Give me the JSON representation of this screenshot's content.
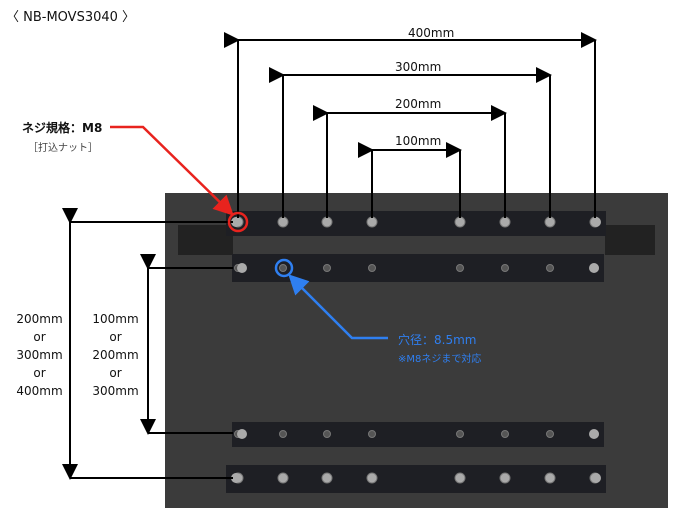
{
  "title": "〈 NB-MOVS3040 〉",
  "dims_horizontal": [
    "400mm",
    "300mm",
    "200mm",
    "100mm"
  ],
  "dim_left_outer": [
    "200mm",
    "or",
    "300mm",
    "or",
    "400mm"
  ],
  "dim_left_inner": [
    "100mm",
    "or",
    "200mm",
    "or",
    "300mm"
  ],
  "screw_label": "ネジ規格：M8",
  "screw_sub": "［打込ナット］",
  "hole_label": "穴径：8.5mm",
  "hole_sub": "※M8ネジまで対応",
  "colors": {
    "red": "#e8231e",
    "blue": "#2f7ff0",
    "body": "#3b3b3b",
    "bracket": "#1e1f24"
  }
}
